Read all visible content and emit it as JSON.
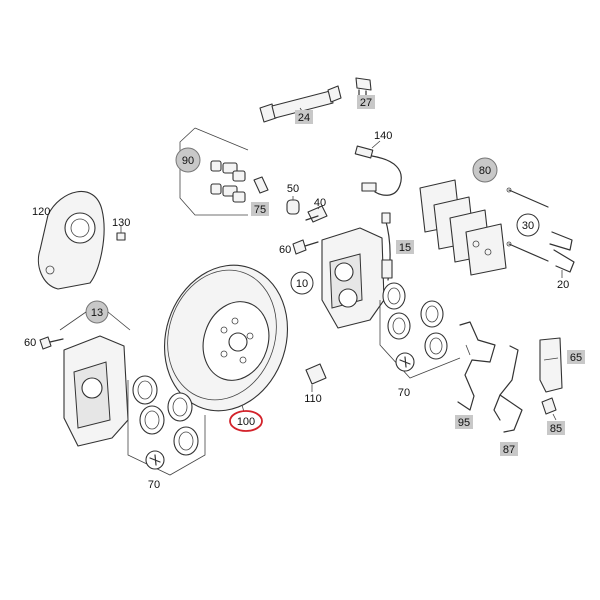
{
  "labels": {
    "p27": "27",
    "p24": "24",
    "p140": "140",
    "p90": "90",
    "p75": "75",
    "p50": "50",
    "p40": "40",
    "p80": "80",
    "p120": "120",
    "p130": "130",
    "p60a": "60",
    "p15": "15",
    "p30": "30",
    "p10": "10",
    "p20": "20",
    "p13": "13",
    "p60b": "60",
    "p65": "65",
    "p110": "110",
    "p70a": "70",
    "p95": "95",
    "p85": "85",
    "p100": "100",
    "p87": "87",
    "p70b": "70"
  },
  "colors": {
    "highlight": "#d3222a",
    "tag_fill": "#c8c8c8",
    "line": "#333333"
  }
}
